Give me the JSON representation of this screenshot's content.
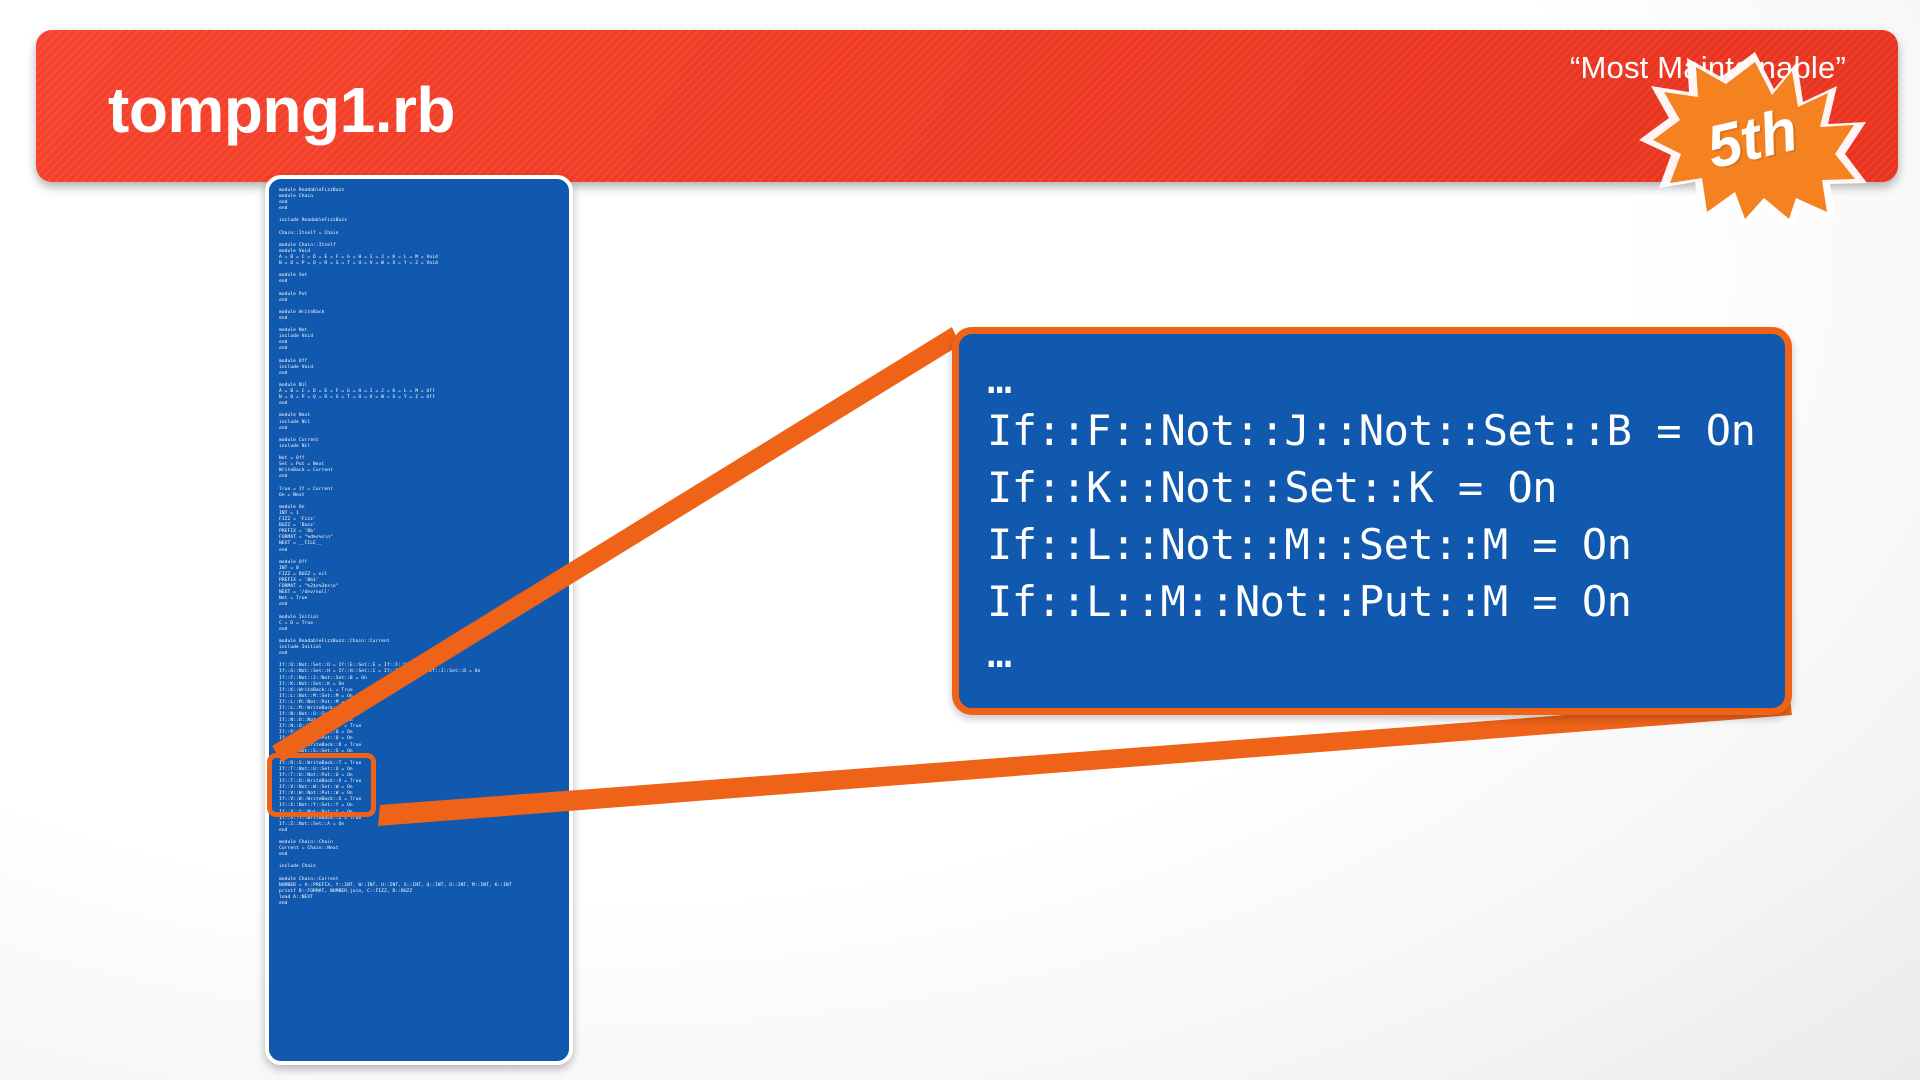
{
  "header": {
    "title": "tompng1.rb",
    "award_label": "“Most Maintainable”",
    "rank": "5th",
    "colors": {
      "banner_red": "#f03c28",
      "badge_orange": "#f58220",
      "accent_orange": "#ef6318",
      "code_blue": "#1159ae",
      "text_white": "#ffffff"
    }
  },
  "code_panel": {
    "language": "ruby",
    "filename": "tompng1.rb",
    "source": "module ReadableFizzBuzz\nmodule Chain\nend\nend\n\ninclude ReadableFizzBuzz\n\nChain::Itself = Chain\n\nmodule Chain::Itself\nmodule Void\nA = B = C = D = E = F = G = H = I = J = K = L = M = Void\nN = O = P = Q = R = S = T = U = V = W = X = Y = Z = Void\n\nmodule Set\nend\n\nmodule Put\nend\n\nmodule WriteBack\nend\n\nmodule Not\ninclude Void\nend\nend\n\nmodule Off\ninclude Void\nend\n\nmodule Nil\nA = B = C = D = E = F = G = H = I = J = K = L = M = Off\nN = O = P = Q = R = S = T = U = V = W = X = Y = Z = Off\nend\n\nmodule Next\ninclude Nil\nend\n\nmodule Current\ninclude Nil\n\nNot = Off\nSet = Put = Next\nWriteBack = Current\nend\n\nTrue = If = Current\nOn = Next\n\nmodule On\nINT = 1\nFIZZ = 'Fizz'\nBUZZ = 'Buzz'\nPREFIX = 'Bb'\nFORMAT = \"%d%s%s\\n\"\nNEXT = __FILE__\nend\n\nmodule Off\nINT = 0\nFIZZ = BUZZ = nil\nPREFIX = 'Bb1'\nFORMAT = \"%2$s%3$s\\n\"\nNEXT = '/dev/null'\nNot = True\nend\n\nmodule Initial\nC = D = True\nend\n\nmodule ReadableFizzBuzz::Chain::Current\ninclude Initial\nend\n\nIf::D::Not::Set::D = If::E::Set::E = If::F::Set::C = On\nIf::G::Not::Set::H = If::H::Set::I = If::I::Set::J = If::J::Set::D = On\nIf::F::Not::J::Not::Set::B = On\nIf::K::Not::Set::K = On\nIf::K::WriteBack::L = True\nIf::L::Not::M::Set::M = On\nIf::L::M::Not::Put::M = On\nIf::L::M::WriteBack::N = True\nIf::N::Not::O::Set::O = On\nIf::N::O::Not::Put::O = On\nIf::N::O::WriteBack::P = True\nIf::P::Not::Q::Set::Q = On\nIf::P::Q::Not::Put::Q = On\nIf::P::Q::WriteBack::R = True\nIf::R::Not::S::Set::S = On\nIf::R::S::Not::Put::S = On\nIf::R::S::WriteBack::T = True\nIf::T::Not::U::Set::U = On\nIf::T::U::Not::Put::U = On\nIf::T::U::WriteBack::V = True\nIf::V::Not::W::Set::W = On\nIf::V::W::Not::Put::W = On\nIf::V::W::WriteBack::X = True\nIf::X::Not::Y::Set::Y = On\nIf::X::Y::Not::Put::Y = On\nIf::X::Y::WriteBack::Z = True\nIf::Z::Not::Set::A = On\nend\n\nmodule Chain::Chain\nCurrent = Chain::Next\nend\n\ninclude Chain\n\nmodule Chain::Current\nNUMBER = A::PREFIX, Y::INT, W::INT, U::INT, S::INT, Q::INT, O::INT, M::INT, K::INT\nprintf B::FORMAT, NUMBER.join, C::FIZZ, D::BUZZ\nload A::NEXT\nend"
  },
  "zoom_callout": {
    "lines": [
      "…",
      "If::F::Not::J::Not::Set::B = On",
      "If::K::Not::Set::K = On",
      "If::L::Not::M::Set::M = On",
      "If::L::M::Not::Put::M = On",
      "…"
    ]
  }
}
